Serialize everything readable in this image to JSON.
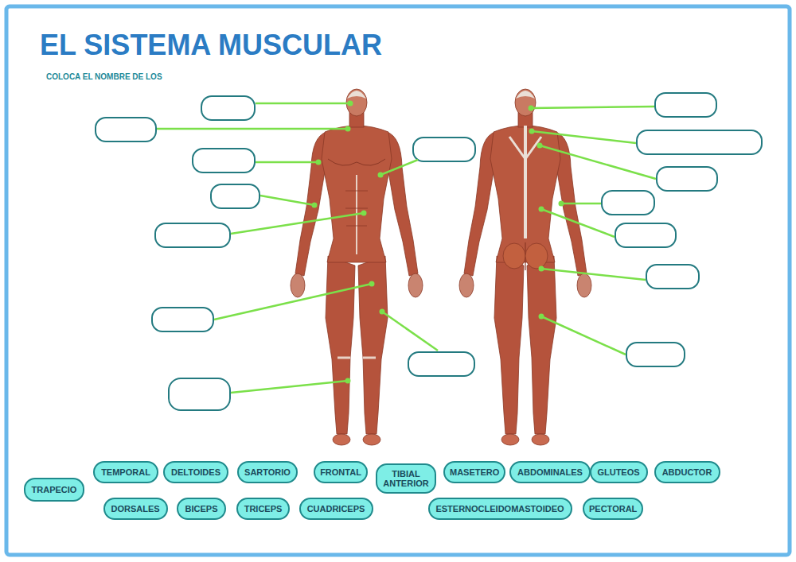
{
  "diagram": {
    "title": "EL SISTEMA MUSCULAR",
    "nodes": [
      {
        "text": [
          "TRAPECIO"
        ]
      },
      {
        "text": [
          "TEMPORAL"
        ]
      },
      {
        "text": [
          "DELTOIDES"
        ]
      },
      {
        "text": [
          "SARTORIO"
        ]
      },
      {
        "text": [
          "FRONTAL"
        ]
      },
      {
        "text": [
          "TIBIAL ANTERIOR"
        ]
      },
      {
        "text": [
          "MASETERO"
        ]
      },
      {
        "text": [
          "ABDOMINALES"
        ]
      },
      {
        "text": [
          "GLUTEOS"
        ]
      },
      {
        "text": [
          "ABDUCTOR"
        ]
      },
      {
        "text": [
          "DORSALES"
        ]
      },
      {
        "text": [
          "BICEPS"
        ]
      },
      {
        "text": [
          "TRICEPS"
        ]
      },
      {
        "text": [
          "CUADRICEPS"
        ]
      },
      {
        "text": [
          "ESTERNOCLEIDOMASTOIDEO"
        ]
      },
      {
        "text": [
          "PECTORAL"
        ]
      }
    ],
    "labels": [
      "COLOCA EL NOMBRE DE LOS"
    ]
  }
}
